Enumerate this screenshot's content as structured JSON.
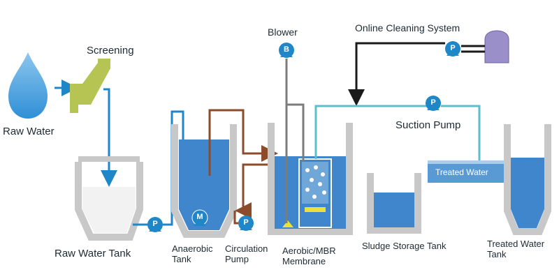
{
  "labels": {
    "raw_water": "Raw Water",
    "screening": "Screening",
    "raw_water_tank": "Raw Water Tank",
    "anaerobic_tank": [
      "Anaerobic",
      "Tank"
    ],
    "circulation_pump": [
      "Circulation",
      "Pump"
    ],
    "aerobic_mbr": [
      "Aerobic/MBR",
      "Membrane"
    ],
    "sludge_storage_tank": "Sludge Storage Tank",
    "treated_water_tank": [
      "Treated Water",
      "Tank"
    ],
    "blower": "Blower",
    "online_cleaning_system": "Online Cleaning System",
    "suction_pump": "Suction Pump",
    "treated_water_pipe": "Treated Water"
  },
  "pump_letters": {
    "pump": "P",
    "blower": "B",
    "mixer": "M"
  },
  "colors": {
    "water": "#3f86cc",
    "water_light": "#5a9ad4",
    "tank_wall": "#c8c8c8",
    "raw_tank_fill": "#f2f2f2",
    "pipe_blue": "#1f86c8",
    "pipe_cyan": "#5bbfc9",
    "pipe_brown": "#8c4b2a",
    "pipe_gray": "#7c7c7c",
    "pipe_black": "#1a1a1a",
    "screen_green": "#b6c454",
    "cleaning_tank": "#9a8fc8",
    "membrane_bar": "#e8e23a"
  }
}
